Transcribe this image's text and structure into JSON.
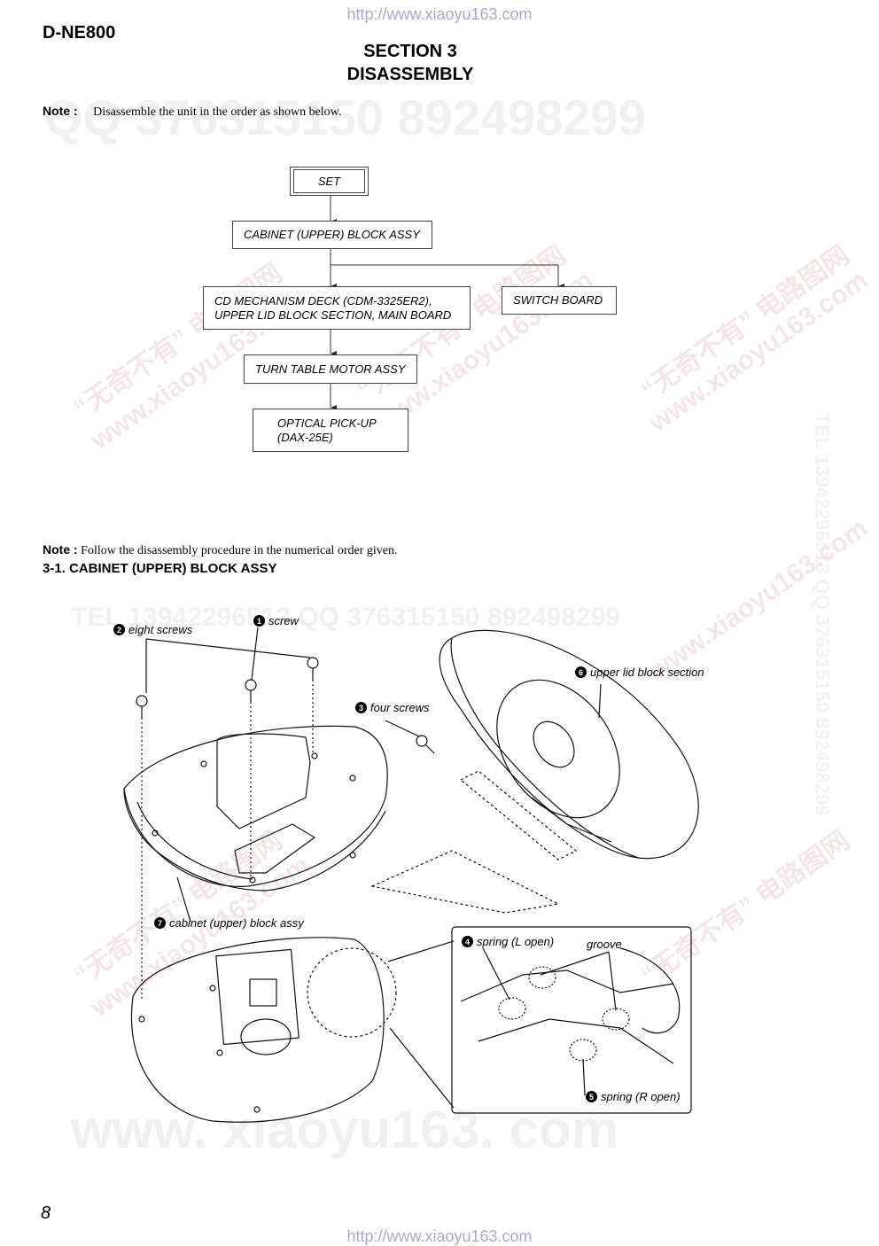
{
  "header": {
    "url_top": "http://www.xiaoyu163.com",
    "model": "D-NE800",
    "section": "SECTION 3",
    "title": "DISASSEMBLY"
  },
  "note1": {
    "label": "Note :",
    "text": "Disassemble the unit in the order as shown below."
  },
  "flowchart": {
    "set": "SET",
    "cabinet": "CABINET (UPPER) BLOCK ASSY",
    "cd_mech_line1": "CD MECHANISM DECK (CDM-3325ER2),",
    "cd_mech_line2": "UPPER LID BLOCK SECTION, MAIN BOARD",
    "switch_board": "SWITCH BOARD",
    "turntable": "TURN TABLE MOTOR ASSY",
    "pickup_line1": "OPTICAL PICK-UP",
    "pickup_line2": "(DAX-25E)"
  },
  "note2": {
    "label": "Note :",
    "text": "Follow the disassembly procedure in the numerical order given."
  },
  "subsection": "3-1. CABINET (UPPER) BLOCK ASSY",
  "callouts": [
    {
      "num": "1",
      "text": "screw"
    },
    {
      "num": "2",
      "text": "eight screws"
    },
    {
      "num": "3",
      "text": "four screws"
    },
    {
      "num": "4",
      "text": "spring (L open)"
    },
    {
      "num": "5",
      "text": "spring (R open)"
    },
    {
      "num": "6",
      "text": "upper lid block section"
    },
    {
      "num": "7",
      "text": "cabinet (upper) block assy"
    }
  ],
  "groove_label": "groove",
  "watermarks": {
    "qq_top": "QQ 376315150   892498299",
    "tel_mid": "TEL 13942296513   QQ 376315150   892498299",
    "www_bottom": "www. xiaoyu163. com",
    "diag1": "“无奇不有” 电路图网",
    "diag2": "www.xiaoyu163.com",
    "side": "TEL 13942296513   QQ 376315150   892498299"
  },
  "footer": {
    "page": "8",
    "url_bottom": "http://www.xiaoyu163.com"
  }
}
